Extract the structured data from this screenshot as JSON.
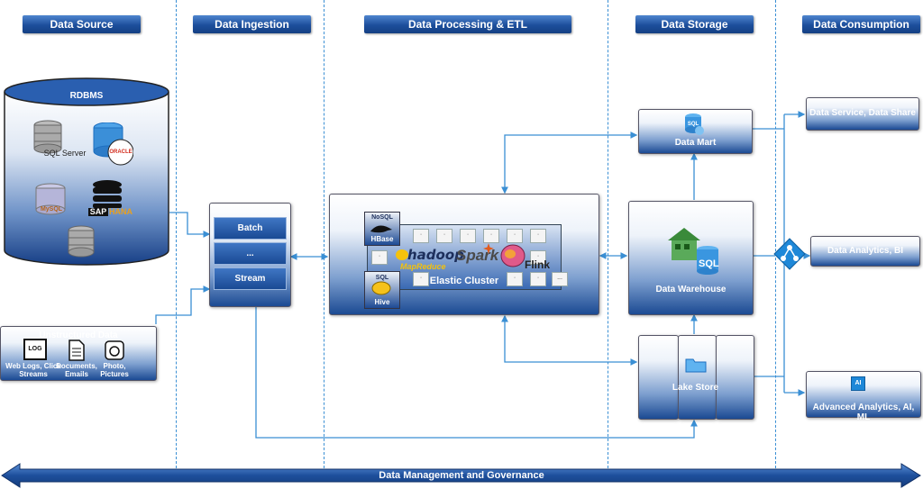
{
  "headers": {
    "source": "Data Source",
    "ingestion": "Data Ingestion",
    "processing": "Data Processing & ETL",
    "storage": "Data Storage",
    "consumption": "Data Consumption"
  },
  "rdbms": {
    "label": "RDBMS",
    "sql_server": "SQL Server",
    "oracle": "ORACLE",
    "mysql": "MySQL",
    "sap": "SAP",
    "hana": "HANA"
  },
  "unstructured": {
    "title": "Unstructured Data",
    "log_icon": "LOG",
    "items": [
      "Web Logs, Click Streams",
      "Documents, Emails",
      "Photo, Pictures"
    ]
  },
  "ingestion": {
    "batch": "Batch",
    "dots": "...",
    "stream": "Stream"
  },
  "processing": {
    "nosql": "NoSQL",
    "hbase": "HBase",
    "hadoop": "hadoop",
    "mapreduce": "MapReduce",
    "spark": "Spark",
    "flink": "Flink",
    "sql": "SQL",
    "hive": "Hive",
    "cluster": "Elastic Cluster",
    "dots": "..."
  },
  "storage": {
    "sql_icon": "SQL",
    "mart": "Data Mart",
    "warehouse": "Data Warehouse",
    "lake": "Lake Store"
  },
  "consumption": {
    "service": "Data Service, Data Share",
    "analytics": "Data Analytics, BI",
    "advanced": "Advanced Analytics, AI, ML",
    "ai_icon": "AI"
  },
  "footer": "Data Management and Governance",
  "colors": {
    "accent": "#1d4f9c",
    "line": "#3a8fd4"
  }
}
